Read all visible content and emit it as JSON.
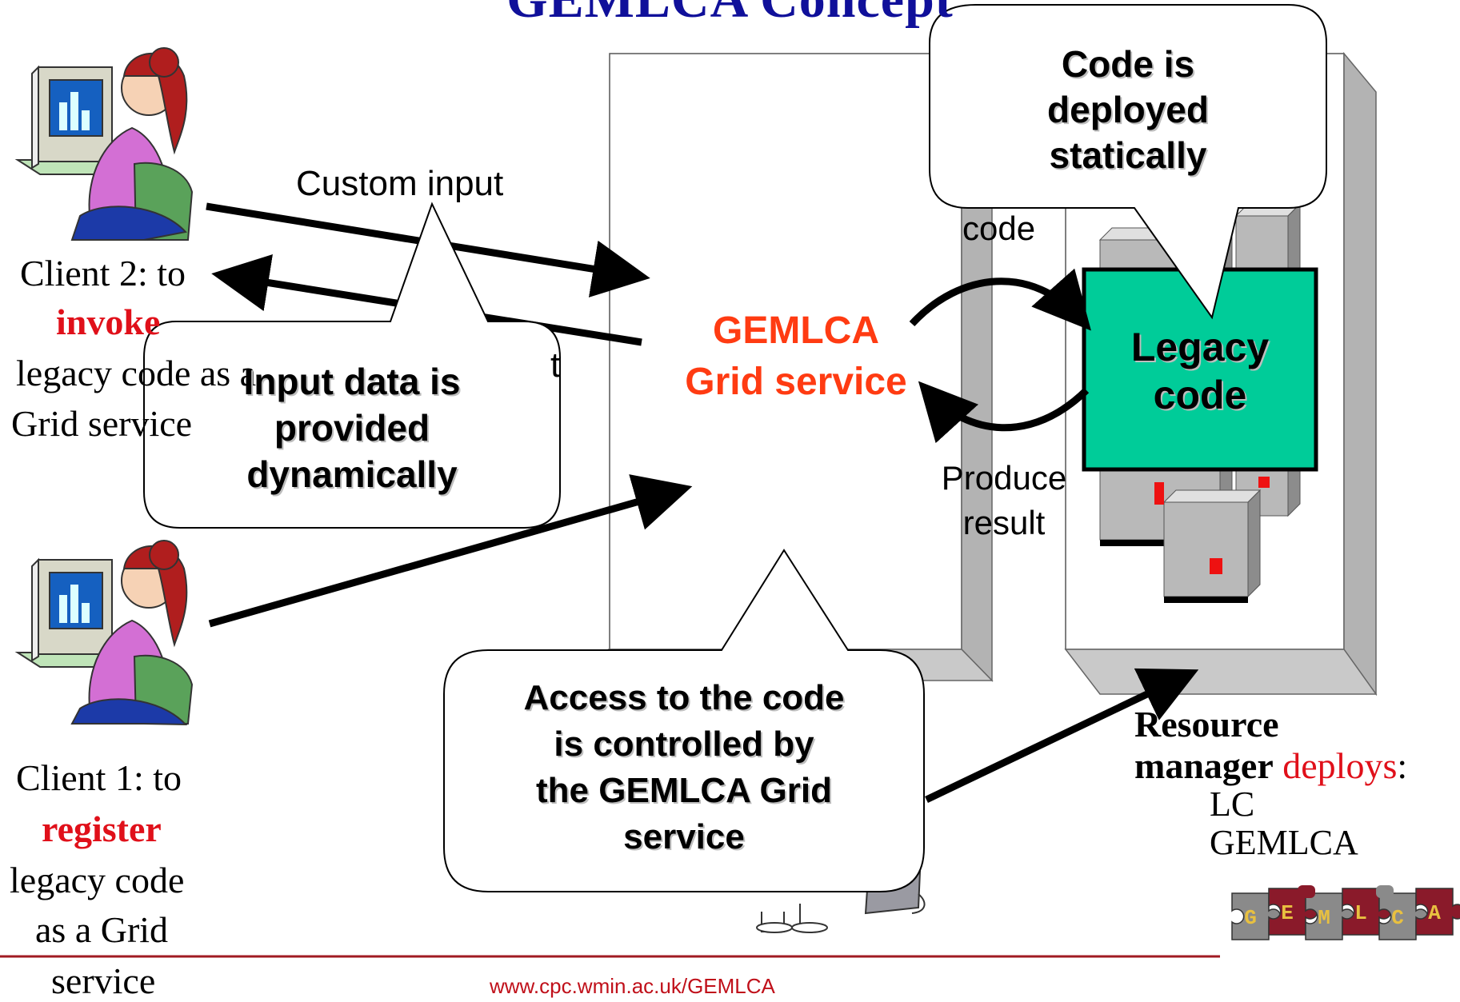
{
  "title": "GEMLCA Concept",
  "custom_input_label": "Custom input",
  "client2": {
    "line1": "Client 2: to",
    "verb": "invoke",
    "line3": "legacy code as a",
    "line4": "Grid service"
  },
  "client1": {
    "line1": "Client 1: to",
    "verb": "register",
    "line3": "legacy code",
    "line4": "as a Grid",
    "line5": "service"
  },
  "callouts": {
    "input": [
      "Input data is",
      "provided",
      "dynamically"
    ],
    "deployed": [
      "Code is",
      "deployed",
      "statically"
    ],
    "access": [
      "Access to the code",
      "is controlled by",
      "the GEMLCA Grid",
      "service"
    ]
  },
  "gemlca_service": [
    "GEMLCA",
    "Grid service"
  ],
  "code_label": "code",
  "output_fragment": "t",
  "legacy_code": [
    "Legacy",
    "code"
  ],
  "produce_result": [
    "Produce",
    "result"
  ],
  "resource_manager": {
    "bold": "Resource manager",
    "line1": "Resource",
    "line2": "manager",
    "deploys": "deploys",
    "colon": ":",
    "items": [
      "LC",
      "GEMLCA"
    ]
  },
  "footer_url": "www.cpc.wmin.ac.uk/GEMLCA",
  "logo_letters": [
    "G",
    "E",
    "M",
    "L",
    "C",
    "A"
  ],
  "colors": {
    "title": "#10109a",
    "highlight_red": "#e0101a",
    "service_orange": "#ff3b12",
    "legacy_box": "#00cc99",
    "footer_rule": "#a01a22",
    "logo_maroon": "#8a1a2a"
  }
}
